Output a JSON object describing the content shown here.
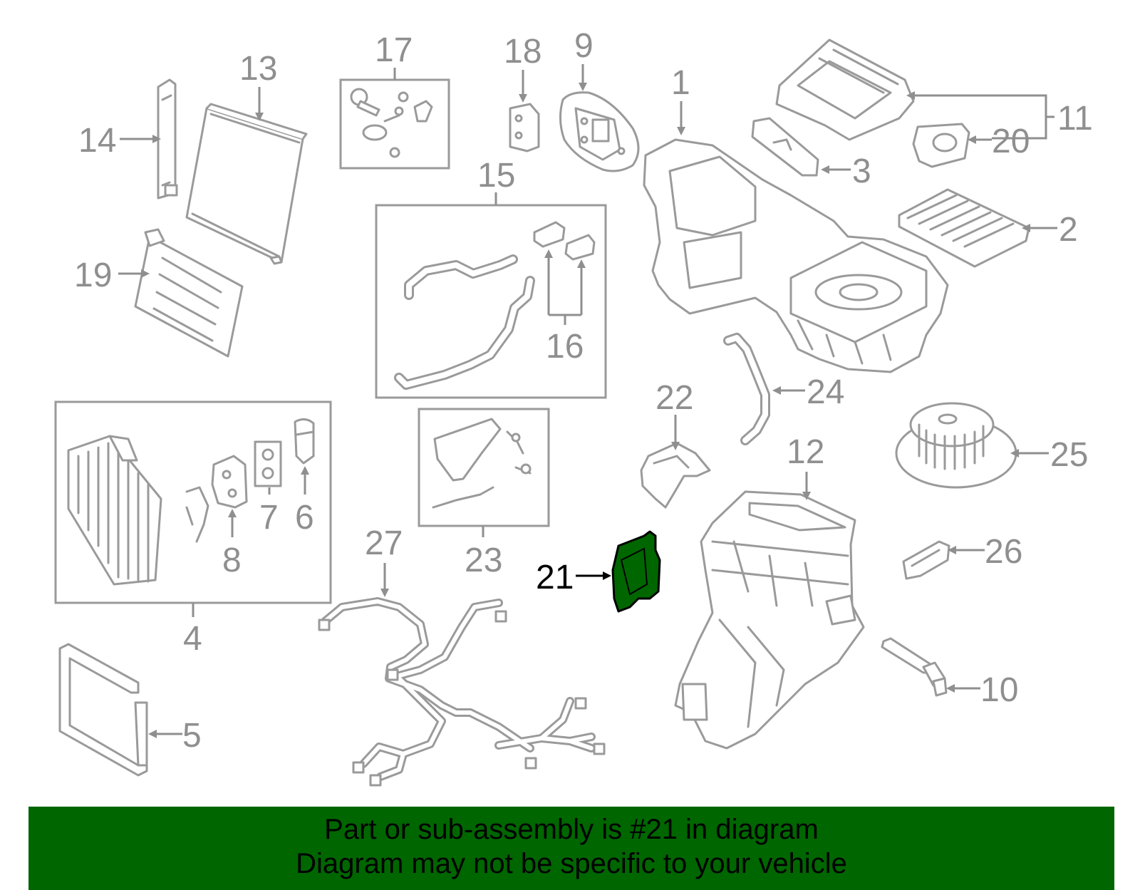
{
  "diagram": {
    "highlighted_part": "21",
    "highlight_color": "#006600",
    "callouts": {
      "c1": "1",
      "c2": "2",
      "c3": "3",
      "c4": "4",
      "c5": "5",
      "c6": "6",
      "c7": "7",
      "c8": "8",
      "c9": "9",
      "c10": "10",
      "c11": "11",
      "c12": "12",
      "c13": "13",
      "c14": "14",
      "c15": "15",
      "c16": "16",
      "c17": "17",
      "c18": "18",
      "c19": "19",
      "c20": "20",
      "c21": "21",
      "c22": "22",
      "c23": "23",
      "c24": "24",
      "c25": "25",
      "c26": "26",
      "c27": "27"
    }
  },
  "banner": {
    "line1": "Part or sub-assembly is #21 in diagram",
    "line2": "Diagram may not be specific to your vehicle",
    "background": "#006600"
  }
}
